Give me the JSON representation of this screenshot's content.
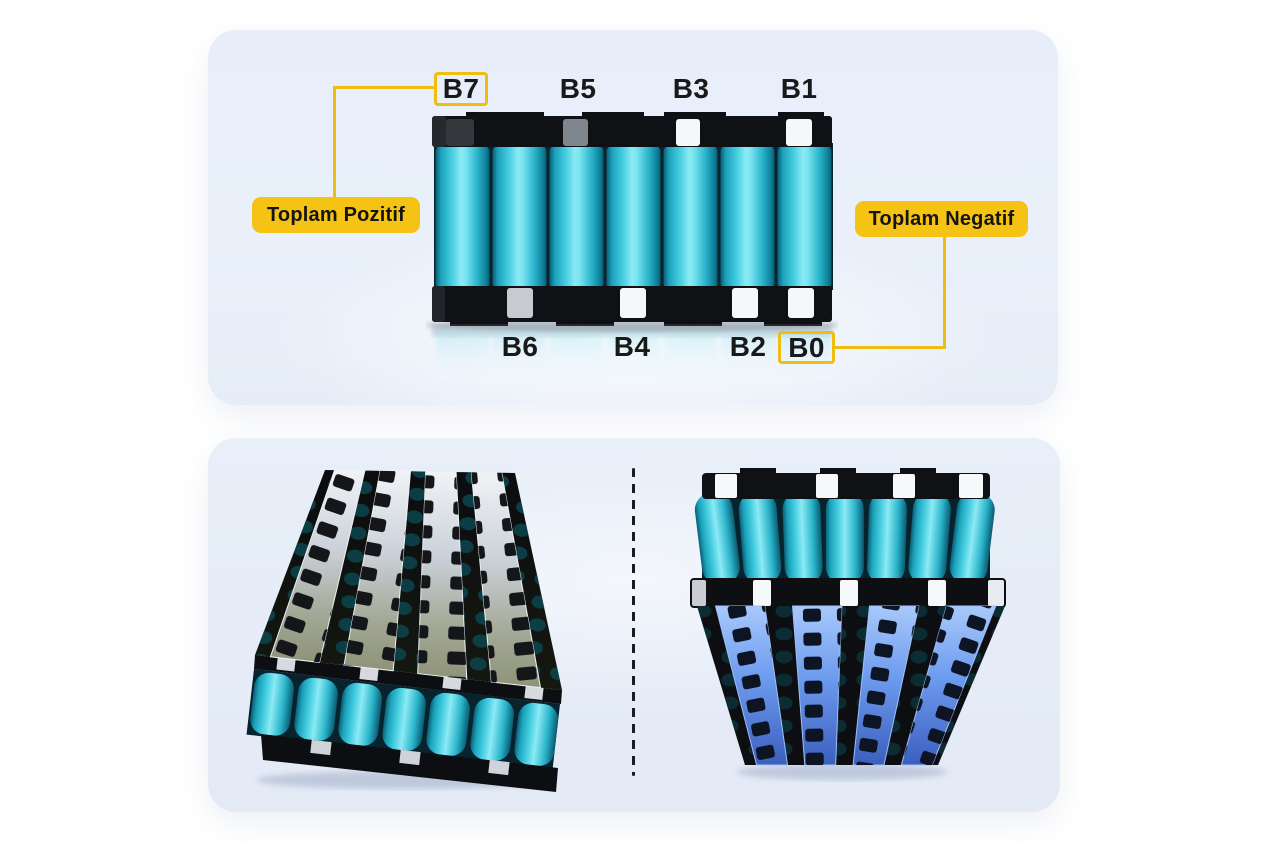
{
  "colors": {
    "page_bg": "#ffffff",
    "panel_bg": "#e8eef9",
    "accent_yellow": "#f5c314",
    "connector_yellow": "#efbd10",
    "label_text": "#191919",
    "badge_text": "#141414",
    "cell_cyan": "#45cde0",
    "cell_cyan_highlight": "#8ceaf4",
    "cell_cyan_shadow": "#0a5d74",
    "frame_black": "#0f1013",
    "tab_white": "#f6f7f9",
    "tab_silver": "#c7cbd1",
    "tab_gray": "#80868e",
    "strip_silver": "#e8ebef",
    "strip_blue": "#7fb0f5",
    "divider_dark": "#1a1c20"
  },
  "top_panel": {
    "labels_top": [
      {
        "id": "B7",
        "boxed": true
      },
      {
        "id": "B5",
        "boxed": false
      },
      {
        "id": "B3",
        "boxed": false
      },
      {
        "id": "B1",
        "boxed": false
      }
    ],
    "labels_bottom": [
      {
        "id": "B6",
        "boxed": false
      },
      {
        "id": "B4",
        "boxed": false
      },
      {
        "id": "B2",
        "boxed": false
      },
      {
        "id": "B0",
        "boxed": true
      }
    ],
    "positive_badge": "Toplam Pozitif",
    "negative_badge": "Toplam Negatif",
    "cell_count": 7
  },
  "bottom_panel": {
    "left_view": "battery-pack-top-iso-view",
    "right_view": "battery-pack-bottom-view"
  }
}
